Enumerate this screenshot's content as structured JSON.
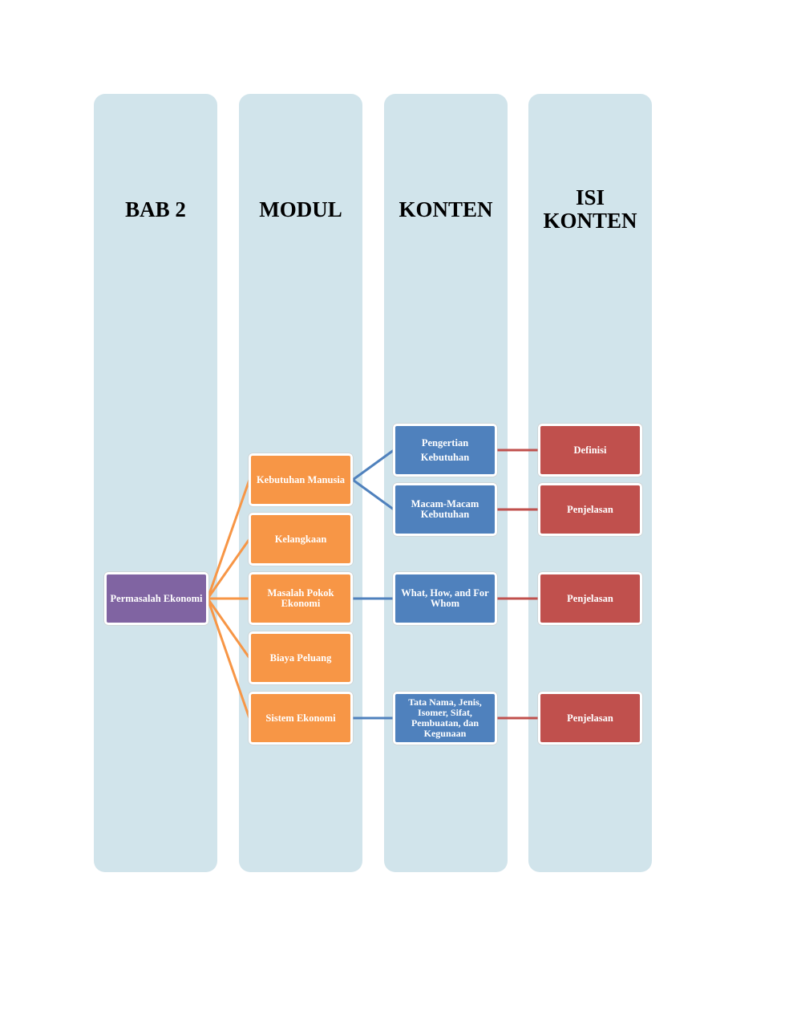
{
  "columns": {
    "bab": "BAB 2",
    "modul": "MODUL",
    "konten": "KONTEN",
    "isi_konten": "ISI\nKONTEN"
  },
  "root": {
    "label": "Permasalah Ekonomi"
  },
  "modul": [
    {
      "label": "Kebutuhan Manusia"
    },
    {
      "label": "Kelangkaan"
    },
    {
      "label": "Masalah Pokok\nEkonomi"
    },
    {
      "label": "Biaya Peluang"
    },
    {
      "label": "Sistem Ekonomi"
    }
  ],
  "konten": [
    {
      "label": "Pengertian\nKebutuhan"
    },
    {
      "label": "Macam-Macam\nKebutuhan"
    },
    {
      "label": "What, How, and For\nWhom"
    },
    {
      "label": "Tata Nama, Jenis,\nIsomer, Sifat,\nPembuatan, dan\nKegunaan"
    }
  ],
  "isi": [
    {
      "label": "Definisi"
    },
    {
      "label": "Penjelasan"
    },
    {
      "label": "Penjelasan"
    },
    {
      "label": "Penjelasan"
    }
  ],
  "colors": {
    "column_bg": "#d1e4eb",
    "root": "#8064a2",
    "modul": "#f79646",
    "konten": "#4f81bd",
    "isi": "#c0504d"
  }
}
